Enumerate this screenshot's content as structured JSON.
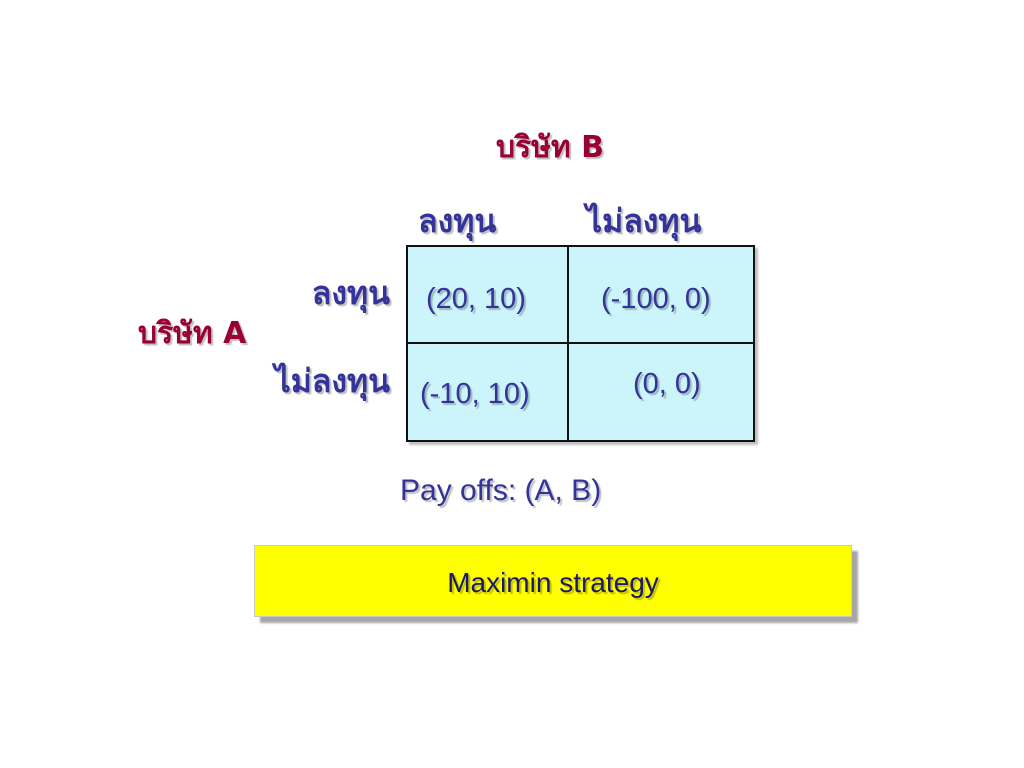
{
  "firm_b": {
    "label": "บริษัท B"
  },
  "firm_a": {
    "label": "บริษัท A"
  },
  "columns": [
    "ลงทุน",
    "ไม่ลงทุน"
  ],
  "rows": [
    "ลงทุน",
    "ไม่ลงทุน"
  ],
  "payoffs": [
    [
      "(20, 10)",
      "(-100, 0)"
    ],
    [
      "(-10, 10)",
      "(0, 0)"
    ]
  ],
  "payoff_note": "Pay offs: (A, B)",
  "strategy_box": {
    "label": "Maximin strategy"
  },
  "colors": {
    "firm_label": "#990033",
    "strategy_text": "#333399",
    "matrix_fill": "#ccf5fb",
    "highlight_box": "#ffff00"
  }
}
